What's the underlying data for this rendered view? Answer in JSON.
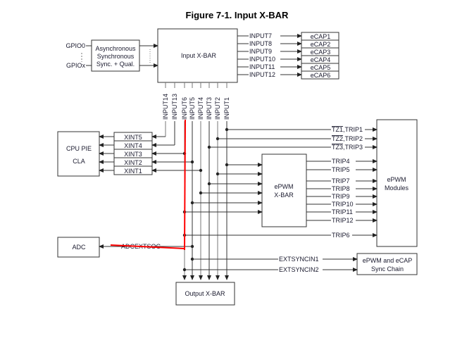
{
  "title": "Figure 7-1. Input X-BAR",
  "gpio": {
    "first": "GPIO0",
    "last": "GPIOx"
  },
  "sync_block": [
    "Asynchronous",
    "Synchronous",
    "Sync. + Qual."
  ],
  "input_xbar": "Input  X-BAR",
  "ecap_inputs": [
    "INPUT7",
    "INPUT8",
    "INPUT9",
    "INPUT10",
    "INPUT11",
    "INPUT12"
  ],
  "ecaps": [
    "eCAP1",
    "eCAP2",
    "eCAP3",
    "eCAP4",
    "eCAP5",
    "eCAP6"
  ],
  "bus_inputs": [
    "INPUT14",
    "INPUT13",
    "INPUT6",
    "INPUT5",
    "INPUT4",
    "INPUT3",
    "INPUT2",
    "INPUT1"
  ],
  "cpu_block": [
    "CPU PIE",
    "CLA"
  ],
  "xints": [
    "XINT5",
    "XINT4",
    "XINT3",
    "XINT2",
    "XINT1"
  ],
  "tz": [
    {
      "tz": "TZ1",
      "trip": ",TRIP1"
    },
    {
      "tz": "TZ2",
      "trip": ",TRIP2"
    },
    {
      "tz": "TZ3",
      "trip": ",TRIP3"
    }
  ],
  "epwm_xbar": [
    "ePWM",
    "X-BAR"
  ],
  "trips": [
    "TRIP4",
    "TRIP5",
    "TRIP7",
    "TRIP8",
    "TRIP9",
    "TRIP10",
    "TRIP11",
    "TRIP12"
  ],
  "trip6": "TRIP6",
  "epwm_modules": [
    "ePWM",
    "Modules"
  ],
  "adc": "ADC",
  "adc_signal": "ADCEXTSOC",
  "extsync": [
    "EXTSYNCIN1",
    "EXTSYNCIN2"
  ],
  "sync_chain": [
    "ePWM and eCAP",
    "Sync Chain"
  ],
  "output_xbar": "Output X-BAR",
  "annotation_color": "#ff0000"
}
